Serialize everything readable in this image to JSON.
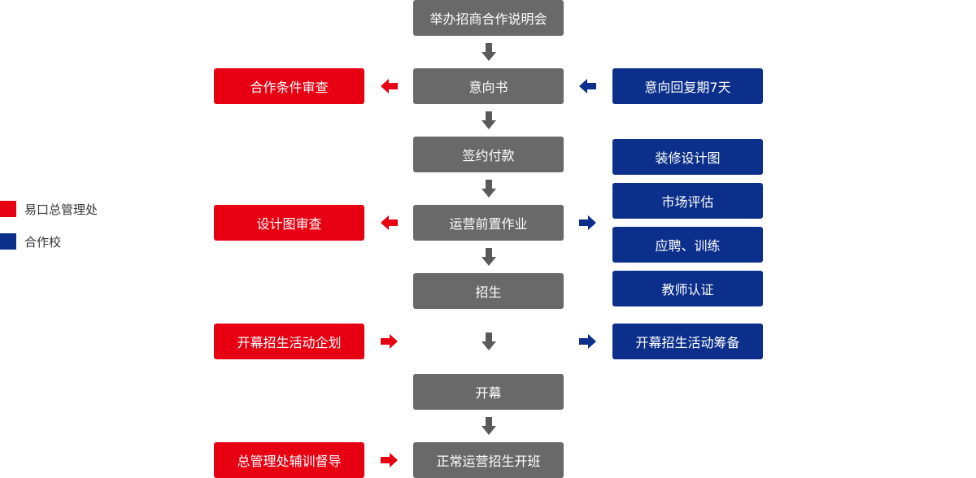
{
  "legend": [
    {
      "label": "易口总管理处",
      "color": "#e60012"
    },
    {
      "label": "合作校",
      "color": "#0b2f8a"
    }
  ],
  "colors": {
    "main": "#696969",
    "headquarters": "#e60012",
    "school": "#0b2f8a"
  },
  "main_flow": [
    "举办招商合作说明会",
    "意向书",
    "签约付款",
    "运营前置作业",
    "招生",
    "开幕",
    "正常运营招生开班"
  ],
  "left_items": [
    "合作条件审查",
    "设计图审查",
    "开幕招生活动企划",
    "总管理处辅训督导"
  ],
  "right_items": [
    "意向回复期7天",
    "装修设计图",
    "市场评估",
    "应聘、训练",
    "教师认证",
    "开幕招生活动筹备"
  ]
}
